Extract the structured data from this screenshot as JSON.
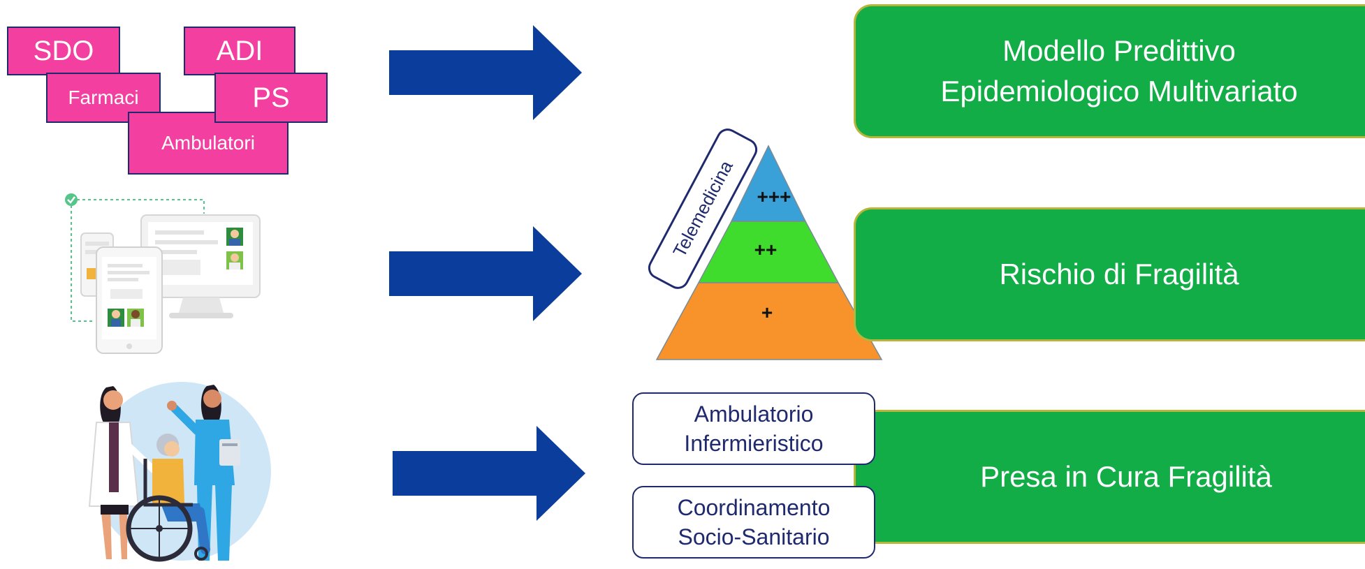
{
  "sources": {
    "sdo": "SDO",
    "adi": "ADI",
    "farmaci": "Farmaci",
    "ps": "PS",
    "ambulatori": "Ambulatori"
  },
  "pyramid": {
    "side_label": "Telemedicina",
    "levels": [
      {
        "label": "+++",
        "color": "#3aa0d8"
      },
      {
        "label": "++",
        "color": "#3fdc2e"
      },
      {
        "label": "+",
        "color": "#f8922a"
      }
    ]
  },
  "outcomes": {
    "model": [
      "Modello Predittivo",
      "Epidemiologico Multivariato"
    ],
    "risk": "Rischio di Fragilità",
    "care": "Presa in Cura Fragilità"
  },
  "services": {
    "nursing": [
      "Ambulatorio",
      "Infermieristico"
    ],
    "coordination": [
      "Coordinamento",
      "Socio-Sanitario"
    ]
  },
  "colors": {
    "magenta": "#f23fa0",
    "arrow_blue": "#0a3d9c",
    "green": "#12ad47",
    "navy": "#1f2a6e"
  }
}
